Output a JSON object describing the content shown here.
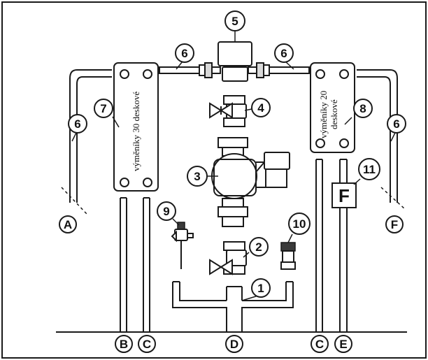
{
  "callouts": [
    "1",
    "2",
    "3",
    "4",
    "5",
    "6",
    "7",
    "8",
    "9",
    "10",
    "11"
  ],
  "letters": [
    "A",
    "B",
    "C",
    "D",
    "E",
    "F"
  ],
  "plate_left": {
    "line1": "výměníky 30 deskové"
  },
  "plate_right": {
    "line1": "výměníky 20",
    "line2": "deskové"
  },
  "flow_sign": "F"
}
